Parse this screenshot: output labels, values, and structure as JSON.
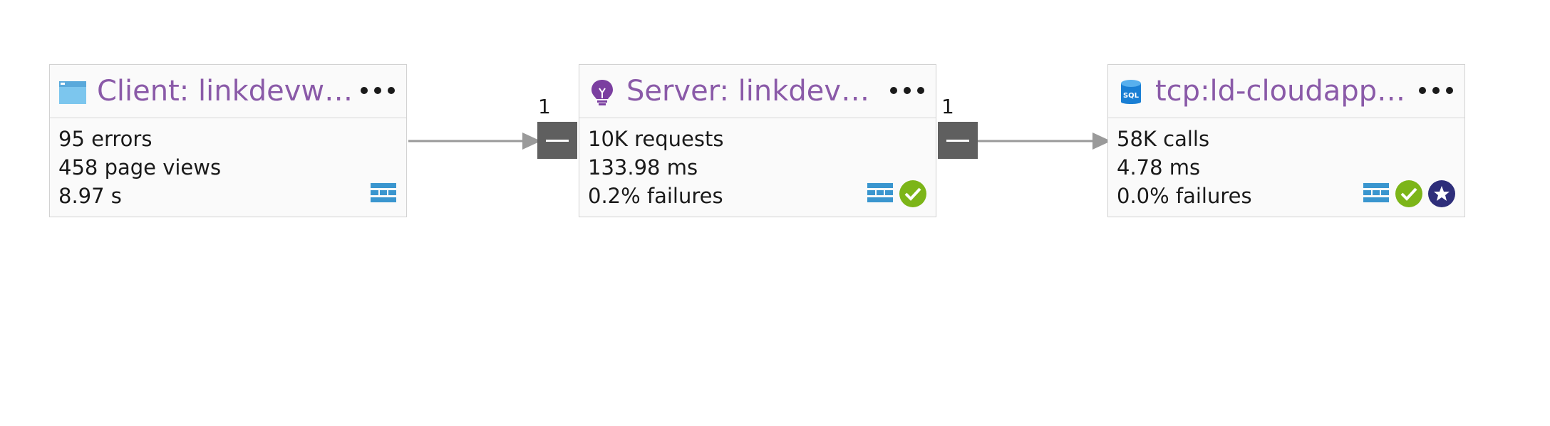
{
  "nodes": [
    {
      "title": "Client: linkdevwebs...",
      "icon": "browser-window-icon",
      "metrics": [
        "95 errors",
        "458 page views",
        "8.97 s"
      ],
      "badges": [
        "grid-icon"
      ]
    },
    {
      "title": "Server: linkdevweb...",
      "icon": "lightbulb-icon",
      "metrics": [
        "10K requests",
        "133.98 ms",
        "0.2% failures"
      ],
      "badges": [
        "grid-icon",
        "check-icon"
      ]
    },
    {
      "title": "tcp:ld-cloudapps.d...",
      "icon": "sql-database-icon",
      "metrics": [
        "58K calls",
        "4.78 ms",
        "0.0% failures"
      ],
      "badges": [
        "grid-icon",
        "check-icon",
        "star-icon"
      ]
    }
  ],
  "connections": [
    {
      "label": "1"
    },
    {
      "label": "1"
    }
  ],
  "colors": {
    "title": "#8a5aa8",
    "grid_icon": "#3a96cf",
    "check": "#7cb518",
    "star": "#2e2e7a",
    "arrow": "#9a9a9a",
    "collapse": "#5f5f5f"
  }
}
